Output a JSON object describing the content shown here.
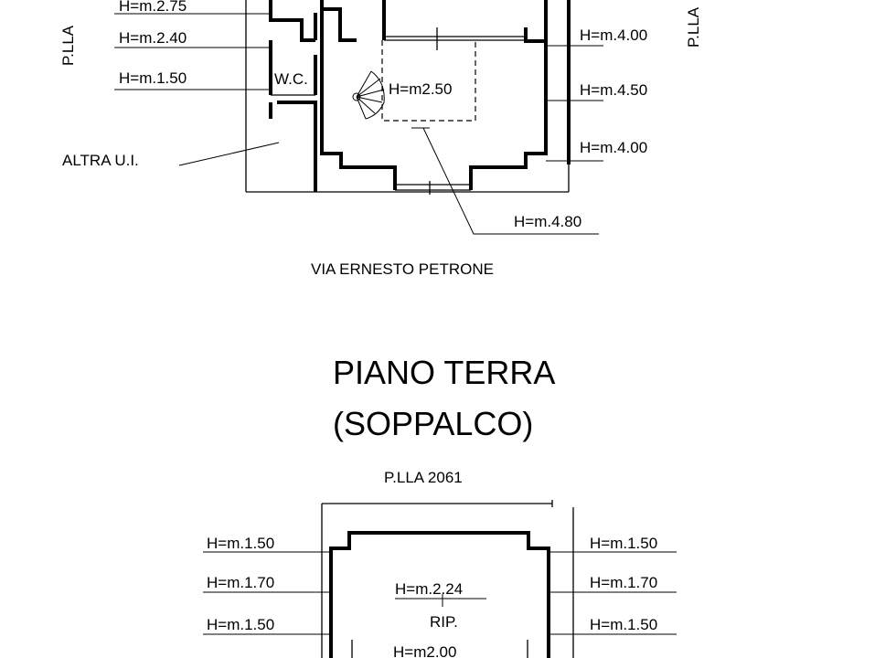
{
  "upper_plan": {
    "side_label_left": "P.LLA",
    "side_label_right": "P.LLA",
    "heights_left": [
      "H=m.2.75",
      "H=m.2.40",
      "H=m.1.50"
    ],
    "heights_right": [
      "H=m.4.00",
      "H=m.4.50",
      "H=m.4.00"
    ],
    "wc_label": "W.C.",
    "stair_height": "H=m2.50",
    "front_height": "H=m.4.80",
    "neighbor_label": "ALTRA U.I.",
    "street_label": "VIA ERNESTO PETRONE"
  },
  "floor_title": {
    "line1": "PIANO TERRA",
    "line2": "(SOPPALCO)"
  },
  "lower_plan": {
    "parcel_label": "P.LLA 2061",
    "heights_left": [
      "H=m.1.50",
      "H=m.1.70",
      "H=m.1.50"
    ],
    "heights_right": [
      "H=m.1.50",
      "H=m.1.70",
      "H=m.1.50"
    ],
    "center_height": "H=m.2.24",
    "storage_label": "RIP.",
    "bottom_height": "H=m2.00"
  }
}
